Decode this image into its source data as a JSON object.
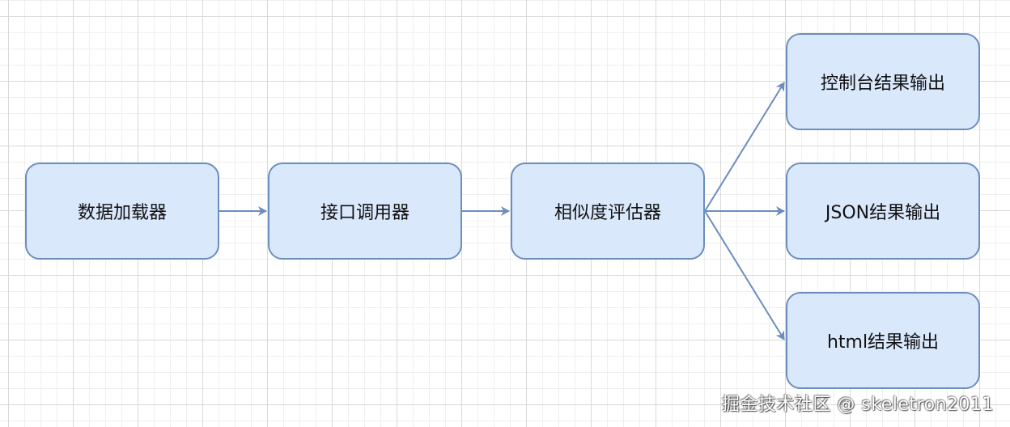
{
  "diagram": {
    "nodes": {
      "loader": {
        "label": "数据加载器"
      },
      "caller": {
        "label": "接口调用器"
      },
      "evaluator": {
        "label": "相似度评估器"
      },
      "console_output": {
        "label": "控制台结果输出"
      },
      "json_output": {
        "label": "JSON结果输出"
      },
      "html_output": {
        "label": "html结果输出"
      }
    },
    "edges": [
      {
        "from": "loader",
        "to": "caller"
      },
      {
        "from": "caller",
        "to": "evaluator"
      },
      {
        "from": "evaluator",
        "to": "console_output"
      },
      {
        "from": "evaluator",
        "to": "json_output"
      },
      {
        "from": "evaluator",
        "to": "html_output"
      }
    ],
    "colors": {
      "node_fill": "#dae8fc",
      "node_stroke": "#6c8ebf",
      "edge": "#6c8ebf",
      "grid": "#d9d9d9"
    }
  },
  "watermark": {
    "text": "掘金技术社区 @ skeletron2011"
  }
}
